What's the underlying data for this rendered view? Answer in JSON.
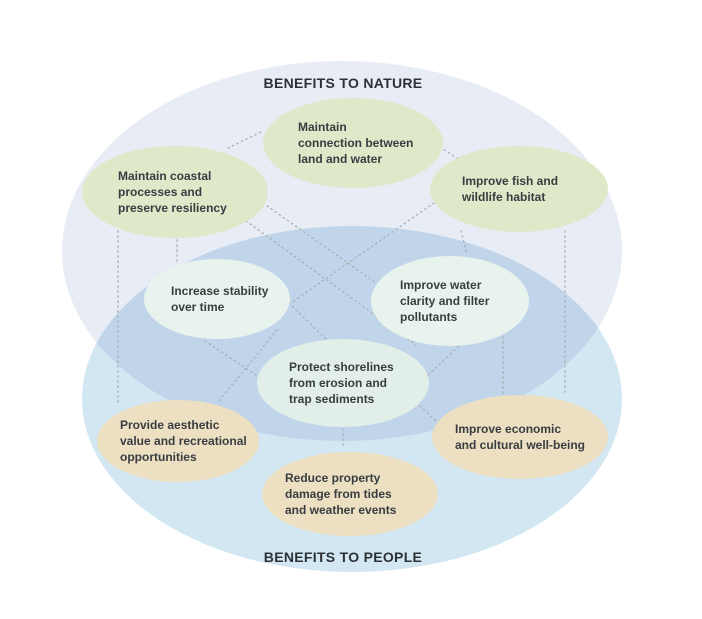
{
  "diagram": {
    "nature_label": "BENEFITS TO NATURE",
    "people_label": "BENEFITS TO PEOPLE",
    "colors": {
      "nature_region": "#e8ecf5",
      "people_region": "#d3e7f3",
      "overlap_region": "#c0d6e9",
      "nature_bubble": "#dde9c9",
      "shared_bubble": "#e9f3ee",
      "shared_bubble_center": "#e2efe8",
      "people_bubble": "#eddfc1",
      "connector": "#a9b0b6",
      "heading_text": "#2c3136",
      "bubble_text": "#383d41"
    },
    "bubbles": [
      {
        "id": "maintain-connection",
        "group": "nature",
        "lines": [
          "Maintain",
          "connection between",
          "land and water"
        ]
      },
      {
        "id": "maintain-coastal",
        "group": "nature",
        "lines": [
          "Maintain coastal",
          "processes and",
          "preserve resiliency"
        ]
      },
      {
        "id": "improve-fish",
        "group": "nature",
        "lines": [
          "Improve fish and",
          "wildlife habitat"
        ]
      },
      {
        "id": "increase-stability",
        "group": "shared",
        "lines": [
          "Increase stability",
          "over time"
        ]
      },
      {
        "id": "improve-water-clarity",
        "group": "shared",
        "lines": [
          "Improve water",
          "clarity and filter",
          "pollutants"
        ]
      },
      {
        "id": "protect-shorelines",
        "group": "shared-center",
        "lines": [
          "Protect shorelines",
          "from erosion and",
          "trap sediments"
        ]
      },
      {
        "id": "provide-aesthetic",
        "group": "people",
        "lines": [
          "Provide aesthetic",
          "value and recreational",
          "opportunities"
        ]
      },
      {
        "id": "improve-economic",
        "group": "people",
        "lines": [
          "Improve economic",
          "and cultural well-being"
        ]
      },
      {
        "id": "reduce-property",
        "group": "people",
        "lines": [
          "Reduce property",
          "damage from tides",
          "and weather events"
        ]
      }
    ],
    "connectors": [
      [
        228,
        148,
        261,
        132
      ],
      [
        436,
        144,
        458,
        159
      ],
      [
        118,
        231,
        118,
        404
      ],
      [
        177,
        240,
        177,
        261
      ],
      [
        565,
        231,
        565,
        396
      ],
      [
        461,
        231,
        467,
        254
      ],
      [
        263,
        203,
        376,
        283
      ],
      [
        434,
        203,
        291,
        303
      ],
      [
        242,
        218,
        416,
        345
      ],
      [
        289,
        303,
        331,
        344
      ],
      [
        205,
        341,
        256,
        375
      ],
      [
        277,
        330,
        219,
        401
      ],
      [
        462,
        343,
        428,
        375
      ],
      [
        503,
        337,
        503,
        395
      ],
      [
        420,
        406,
        442,
        427
      ],
      [
        343,
        429,
        343,
        449
      ]
    ]
  }
}
